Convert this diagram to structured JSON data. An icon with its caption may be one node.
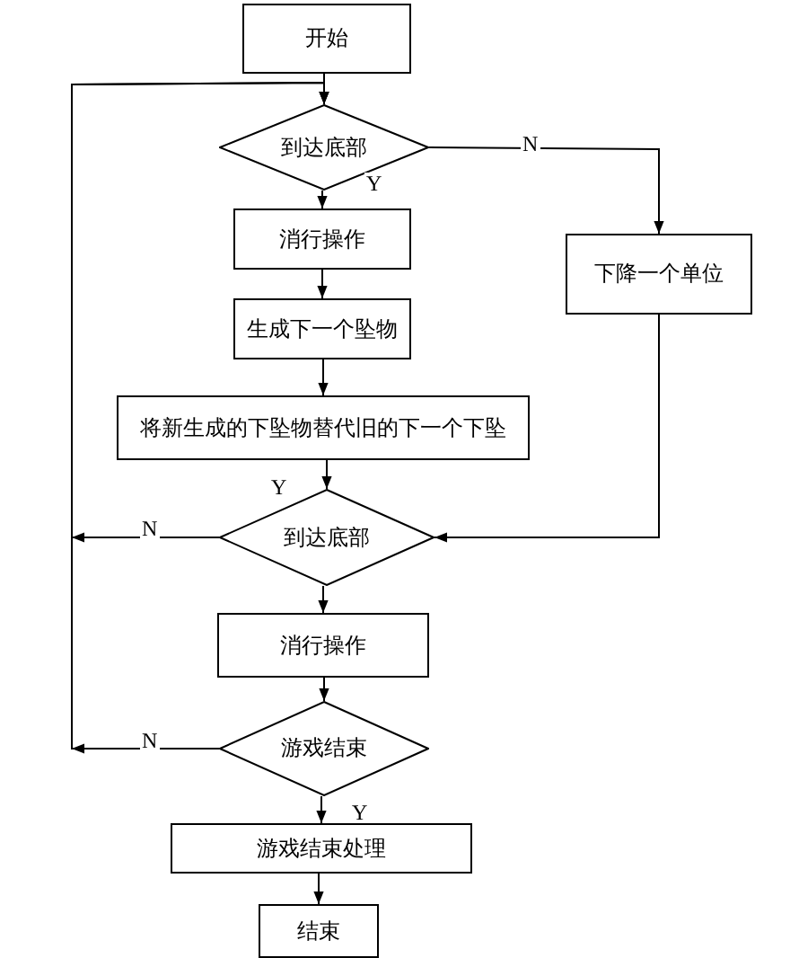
{
  "diagram": {
    "nodes": [
      {
        "text": [
          "开始"
        ]
      },
      {
        "text": [
          "到达底部"
        ]
      },
      {
        "text": [
          "消行操作"
        ]
      },
      {
        "text": [
          "生成下一个坠物"
        ]
      },
      {
        "text": [
          "将新生成的下坠物替代旧的下一个下坠"
        ]
      },
      {
        "text": [
          "下降一个单位"
        ]
      },
      {
        "text": [
          "到达底部"
        ]
      },
      {
        "text": [
          "消行操作"
        ]
      },
      {
        "text": [
          "游戏结束"
        ]
      },
      {
        "text": [
          "游戏结束处理"
        ]
      },
      {
        "text": [
          "结束"
        ]
      }
    ],
    "edges": [
      {
        "from": 0,
        "to": 1,
        "arrow": "to"
      },
      {
        "from": 1,
        "to": 2,
        "arrow": "to",
        "label": "Y"
      },
      {
        "from": 1,
        "to": 5,
        "arrow": "to",
        "label": "N"
      },
      {
        "from": 2,
        "to": 3,
        "arrow": "to"
      },
      {
        "from": 3,
        "to": 4,
        "arrow": "to"
      },
      {
        "from": 4,
        "to": 6,
        "arrow": "to",
        "label": "Y"
      },
      {
        "from": 5,
        "to": 6,
        "arrow": "to"
      },
      {
        "from": 6,
        "to": 1,
        "arrow": "to",
        "label": "N"
      },
      {
        "from": 6,
        "to": 7,
        "arrow": "to"
      },
      {
        "from": 7,
        "to": 8,
        "arrow": "to"
      },
      {
        "from": 8,
        "to": 1,
        "arrow": "to",
        "label": "N"
      },
      {
        "from": 8,
        "to": 9,
        "arrow": "to",
        "label": "Y"
      },
      {
        "from": 9,
        "to": 10,
        "arrow": "to"
      }
    ]
  }
}
